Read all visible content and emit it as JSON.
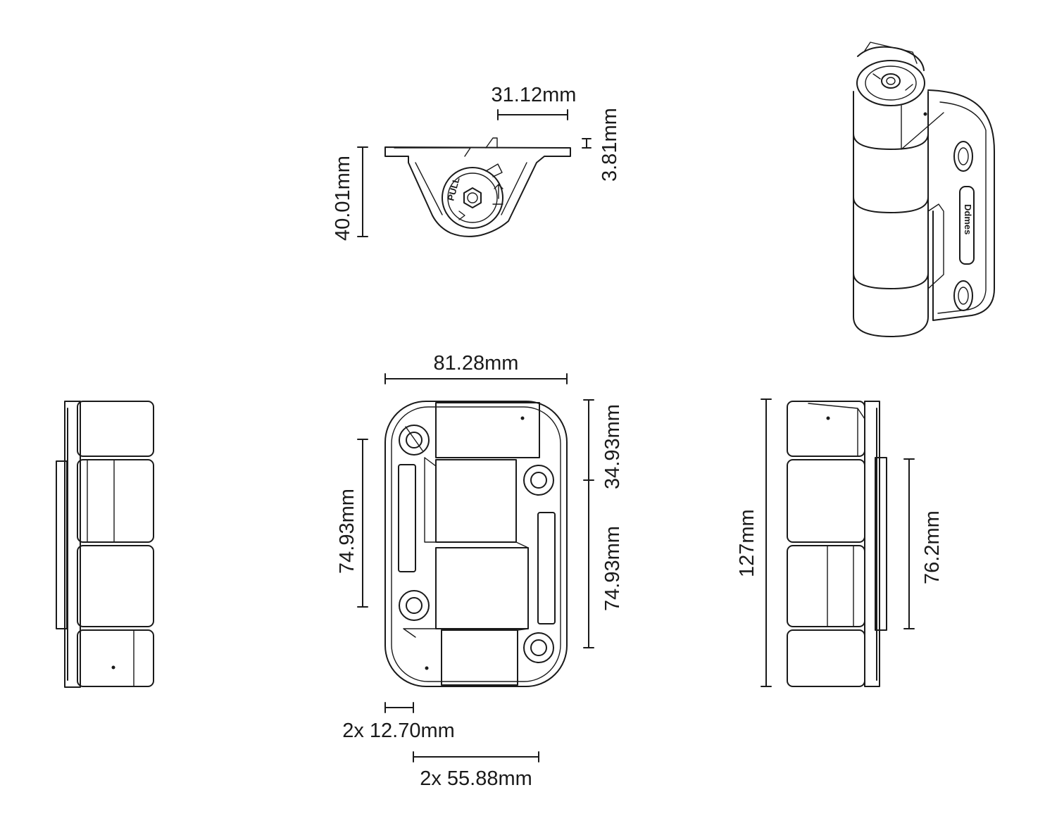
{
  "drawing": {
    "line_color": "#1a1a1a",
    "background": "#ffffff",
    "views": [
      "top-view",
      "left-side-view",
      "front-view",
      "right-side-view",
      "isometric-view"
    ]
  },
  "dimensions": {
    "top_width": "31.12mm",
    "top_offset": "3.81mm",
    "top_height": "40.01mm",
    "front_width": "81.28mm",
    "front_upper": "34.93mm",
    "front_left": "74.93mm",
    "front_lower": "74.93mm",
    "hole_spacing_small": "2x 12.70mm",
    "hole_spacing_large": "2x 55.88mm",
    "side_total": "127mm",
    "side_inner": "76.2mm"
  },
  "markings": {
    "pull_label": "PULL",
    "brand": "Ddmes"
  }
}
